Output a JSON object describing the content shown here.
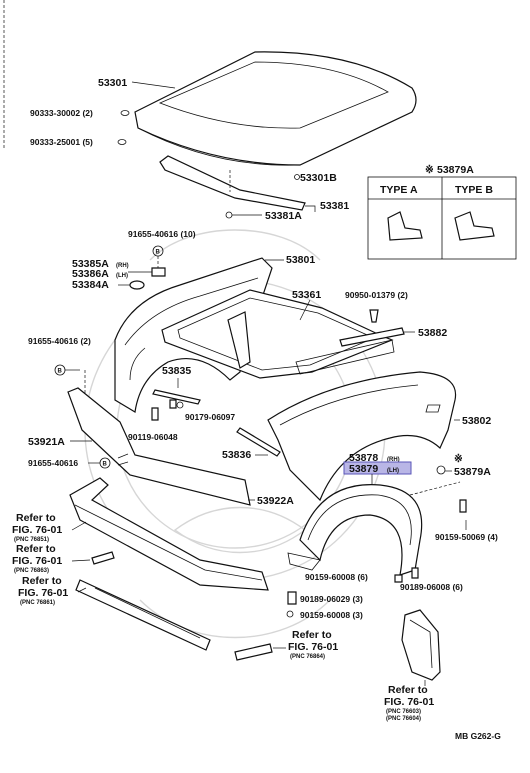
{
  "labels": {
    "p53301": "53301",
    "p90333_30002": "90333-30002 (2)",
    "p90333_25001": "90333-25001 (5)",
    "p53301B": "53301B",
    "p53381": "53381",
    "p53381A": "53381A",
    "p53879A_top": "53879A",
    "type_a": "TYPE  A",
    "type_b": "TYPE  B",
    "p91655_40616_10": "91655-40616 (10)",
    "p53385A": "53385A",
    "rh1": "(RH)",
    "p53386A": "53386A",
    "lh1": "(LH)",
    "p53384A": "53384A",
    "p53801": "53801",
    "p53361": "53361",
    "p90950_01379": "90950-01379 (2)",
    "p53882": "53882",
    "p91655_40616_2": "91655-40616 (2)",
    "p53835": "53835",
    "p90179_06097": "90179-06097",
    "p90119_06048": "90119-06048",
    "p53921A": "53921A",
    "p53802": "53802",
    "p53836": "53836",
    "p53878": "53878",
    "rh2": "(RH)",
    "p53879": "53879",
    "lh2": "(LH)",
    "p53879A": "53879A",
    "p91655_40616": "91655-40616",
    "p53922A": "53922A",
    "ref1_a": "Refer to",
    "ref1_b": "FIG. 76-01",
    "ref1_c": "(PNC 76851)",
    "ref2_a": "Refer to",
    "ref2_b": "FIG. 76-01",
    "ref2_c": "(PNC 76863)",
    "ref3_a": "Refer to",
    "ref3_b": "FIG. 76-01",
    "ref3_c": "(PNC 76861)",
    "p90159_50069": "90159-50069 (4)",
    "p90159_60008_6": "90159-60008 (6)",
    "p90189_06008_6": "90189-06008 (6)",
    "p90189_06029": "90189-06029 (3)",
    "p90159_60008_3": "90159-60008 (3)",
    "ref4_a": "Refer to",
    "ref4_b": "FIG. 76-01",
    "ref4_c": "(PNC 76864)",
    "ref5_a": "Refer to",
    "ref5_b": "FIG. 76-01",
    "ref5_c": "(PNC 76603)",
    "ref5_d": "(PNC 76604)",
    "footer": "MB  G262-G",
    "circle_b": "B"
  },
  "colors": {
    "line": "#111111",
    "highlight_fill": "#b9b6e6",
    "highlight_stroke": "#5a56b8",
    "watermark": "#d6d6d6"
  }
}
